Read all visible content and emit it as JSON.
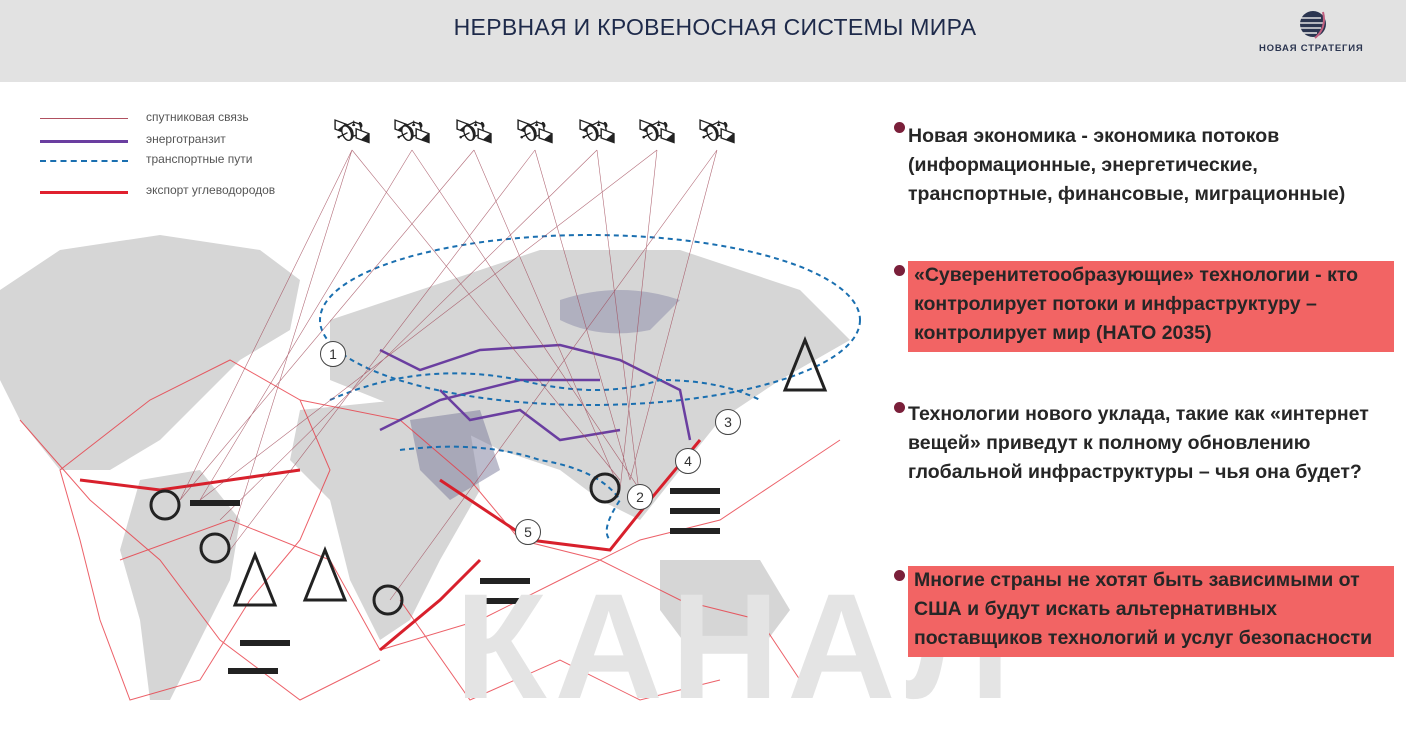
{
  "header": {
    "title": "НЕРВНАЯ И КРОВЕНОСНАЯ СИСТЕМЫ МИРА",
    "logo_text": "НОВАЯ СТРАТЕГИЯ"
  },
  "watermark": "КАНАЛ",
  "legend": [
    {
      "label": "спутниковая связь",
      "color": "#b05060"
    },
    {
      "label": "энерготранзит",
      "color": "#6a3ea0"
    },
    {
      "label": "транспортные пути",
      "color": "#1a6fb0"
    },
    {
      "label": "экспорт углеводородов",
      "color": "#e0202e"
    }
  ],
  "map": {
    "markers": [
      "1",
      "2",
      "3",
      "4",
      "5"
    ]
  },
  "bullets": [
    {
      "text": "Новая экономика - экономика потоков (информационные, энергетические, транспортные, финансовые, миграционные)",
      "highlight": false
    },
    {
      "text": "«Суверенитетообразующие» технологии - кто контролирует потоки и инфраструктуру – контролирует мир (НАТО 2035)",
      "highlight": true
    },
    {
      "text": "Технологии нового уклада, такие как «интернет вещей» приведут к полному обновлению глобальной инфраструктуры – чья она будет?",
      "highlight": false
    },
    {
      "text": "Многие страны не хотят быть зависимыми от США и будут искать альтернативных поставщиков технологий и услуг безопасности",
      "highlight": true
    }
  ],
  "colors": {
    "highlight": "#f26464",
    "bullet": "#7a1f3a",
    "header_bg": "#e2e2e2"
  }
}
